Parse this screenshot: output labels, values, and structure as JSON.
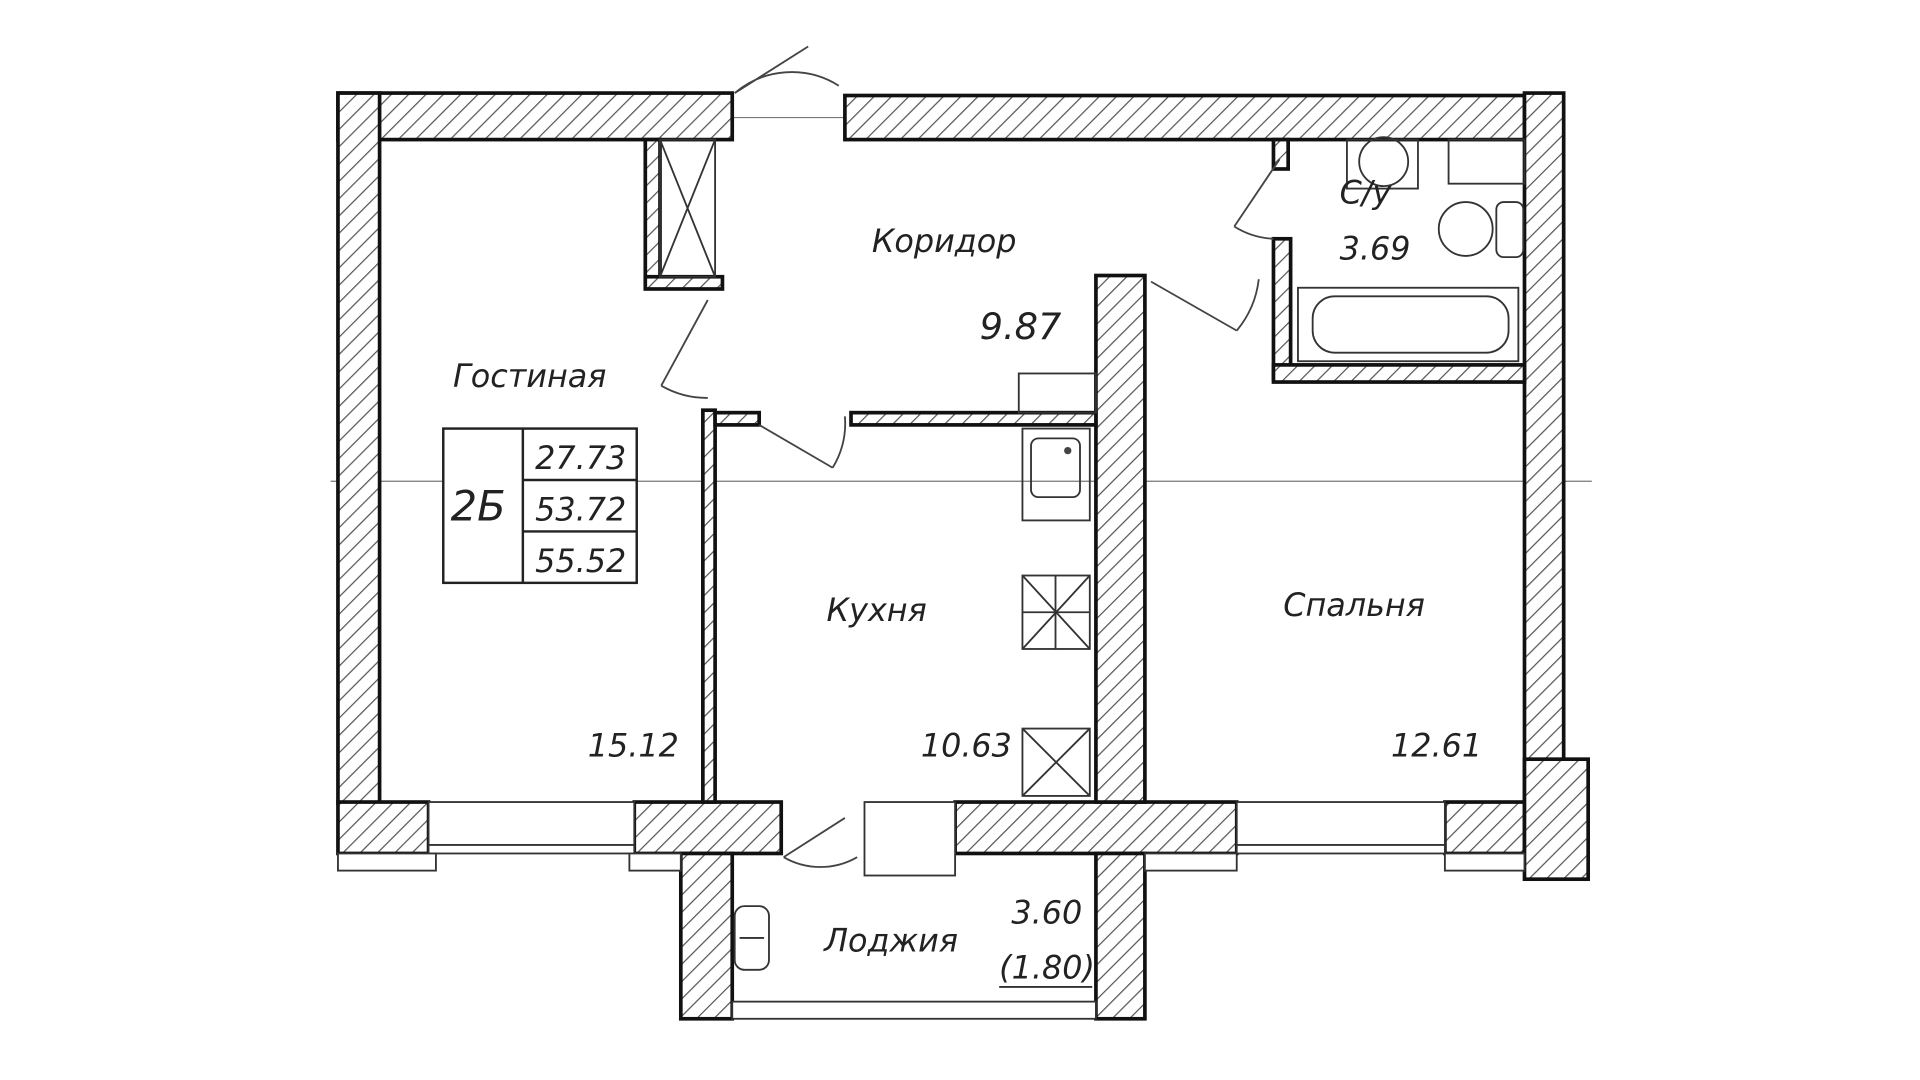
{
  "rooms": {
    "corridor": {
      "name": "Коридор",
      "area": "9.87"
    },
    "living": {
      "name": "Гостиная",
      "area": "15.12"
    },
    "kitchen": {
      "name": "Кухня",
      "area": "10.63"
    },
    "bedroom": {
      "name": "Спальня",
      "area": "12.61"
    },
    "bathroom": {
      "name": "С/у",
      "area": "3.69"
    },
    "loggia": {
      "name": "Лоджия",
      "area": "3.60",
      "reduced_area": "(1.80)"
    }
  },
  "apartment_table": {
    "type": "2Б",
    "living_area": "27.73",
    "total_area": "53.72",
    "total_with_loggia": "55.52"
  }
}
